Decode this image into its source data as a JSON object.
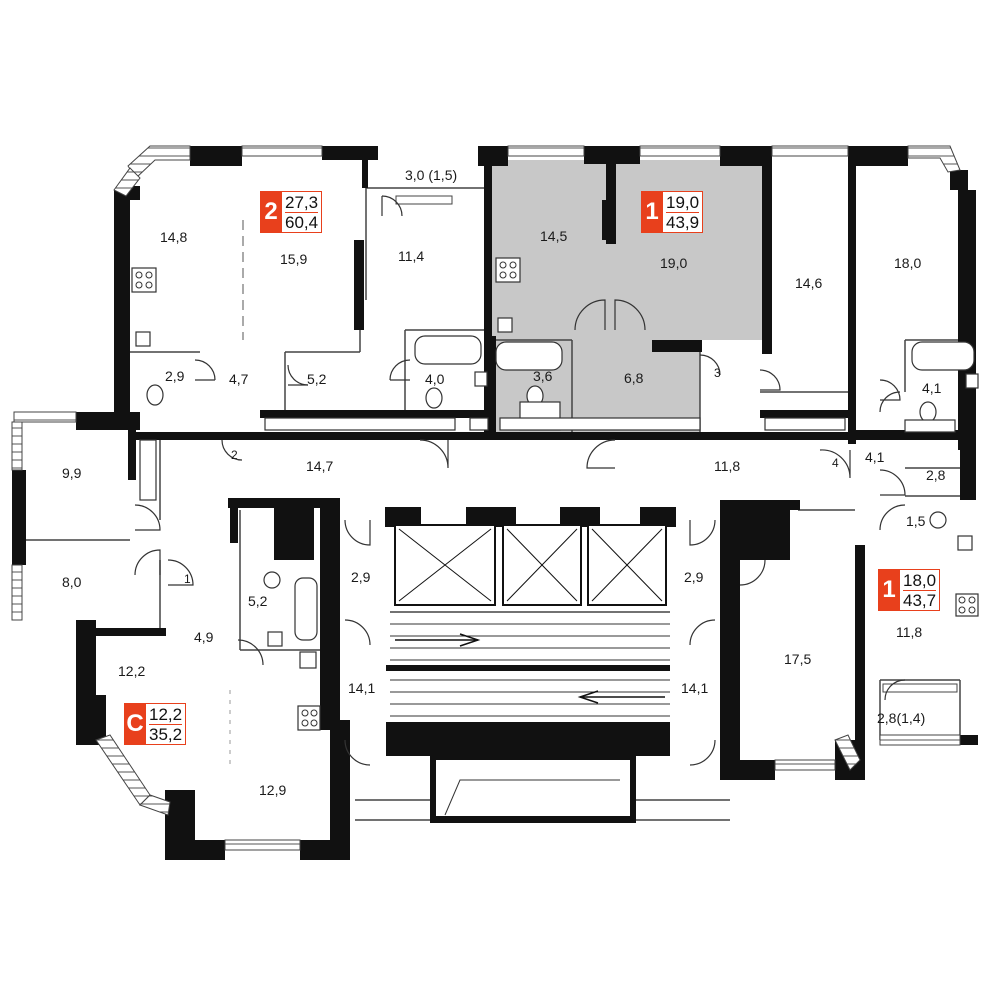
{
  "colors": {
    "accent": "#e8401c",
    "wall": "#111111",
    "highlight": "#c8c8c8",
    "thin": "#444444"
  },
  "badges": [
    {
      "type": "2",
      "living": "27,3",
      "total": "60,4"
    },
    {
      "type": "1",
      "living": "19,0",
      "total": "43,9"
    },
    {
      "type": "1",
      "living": "18,0",
      "total": "43,7"
    },
    {
      "type": "С",
      "living": "12,2",
      "total": "35,2"
    }
  ],
  "rooms": {
    "r01": "14,8",
    "r02": "15,9",
    "r03": "3,0 (1,5)",
    "r04": "11,4",
    "r05": "14,5",
    "r06": "19,0",
    "r07": "14,6",
    "r08": "18,0",
    "r09": "2,9",
    "r10": "4,7",
    "r11": "5,2",
    "r12": "4,0",
    "r13": "3,6",
    "r14": "6,8",
    "r15": "4,1",
    "r16": "9,9",
    "r17": "14,7",
    "r18": "11,8",
    "r19": "4,1",
    "r20": "2,8",
    "r21": "1,5",
    "r22": "8,0",
    "r23": "2,9",
    "r24": "2,9",
    "r25": "5,2",
    "r26": "4,9",
    "r27": "17,5",
    "r28": "11,8",
    "r29": "12,2",
    "r30": "14,1",
    "r31": "14,1",
    "r32": "2,8(1,4)",
    "r33": "12,9"
  },
  "markers": {
    "m1": "2",
    "m2": "3",
    "m3": "4",
    "m4": "1"
  }
}
